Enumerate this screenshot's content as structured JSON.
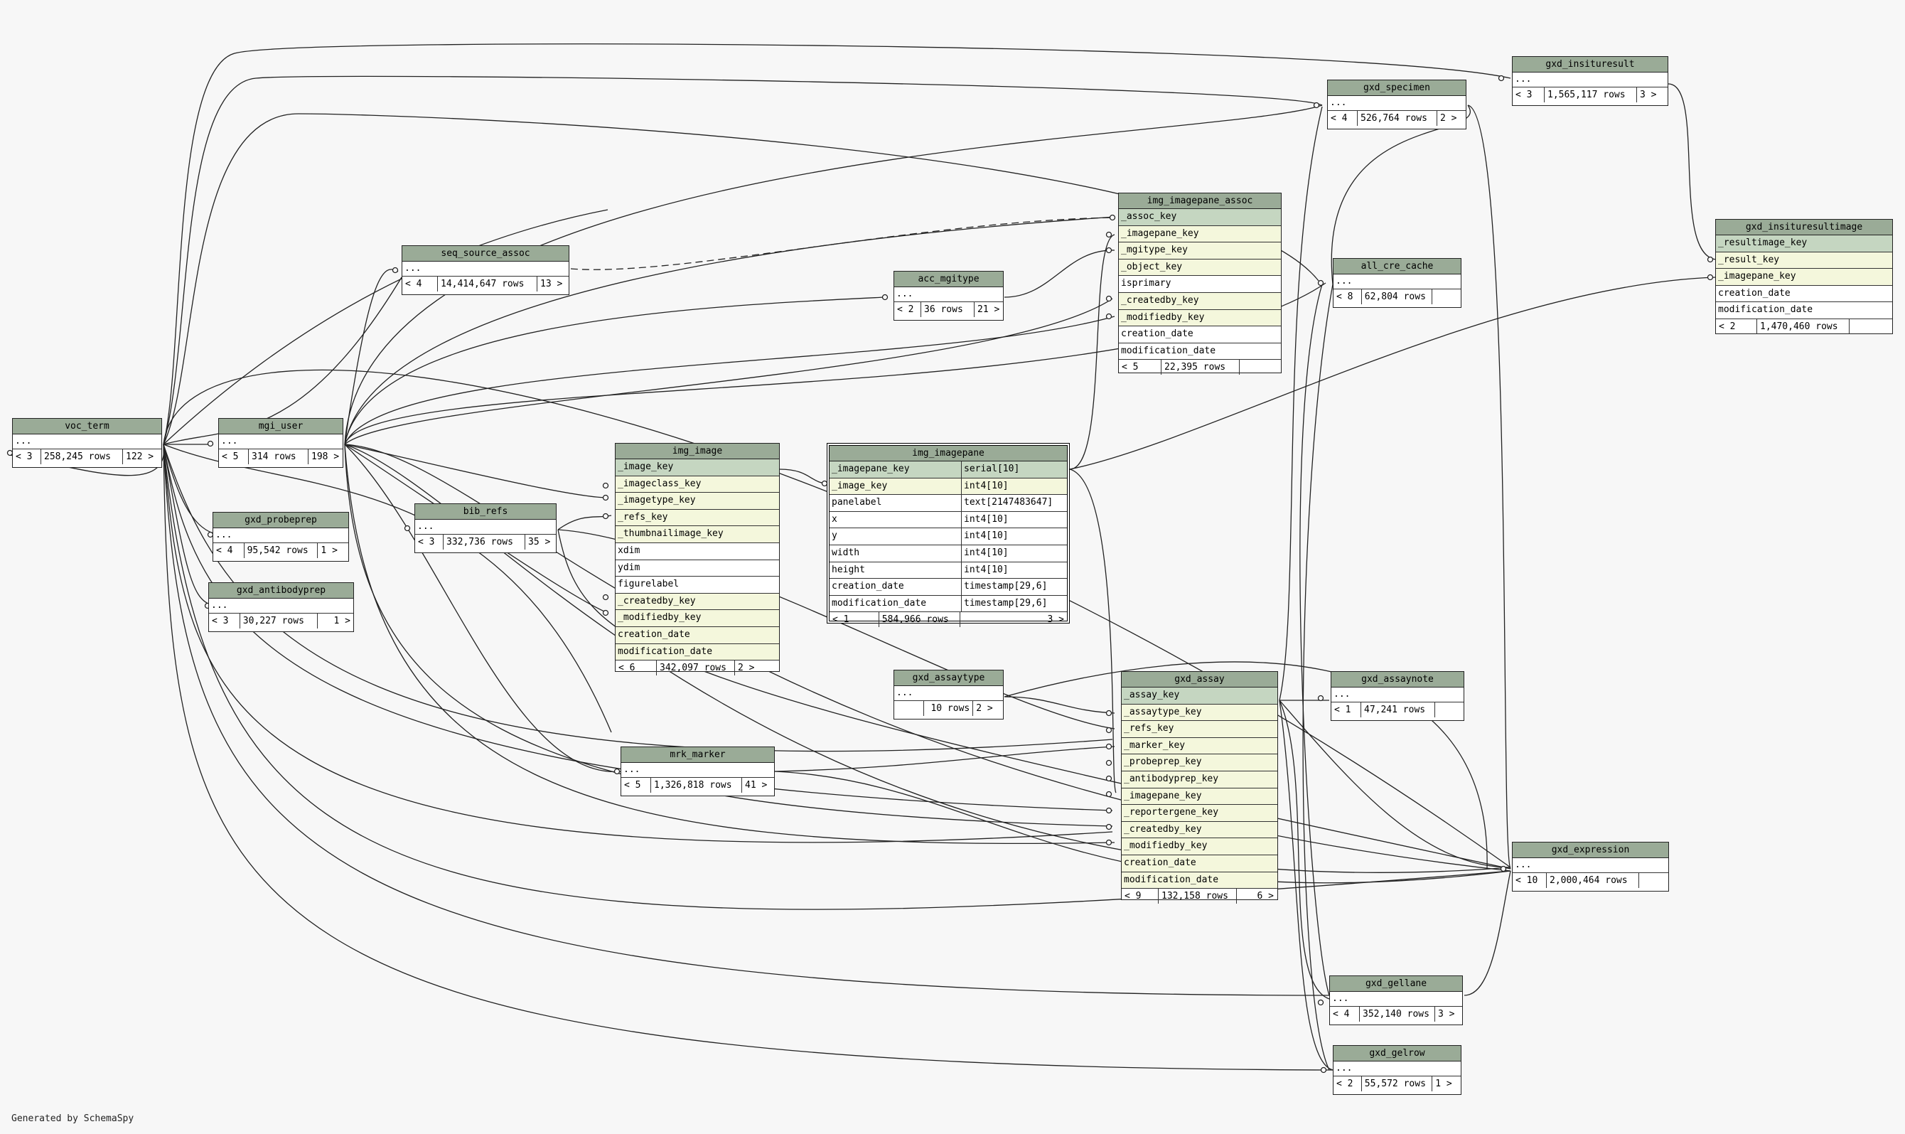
{
  "tables": {
    "gxd_insituresult": {
      "name": "gxd_insituresult",
      "dots": "...",
      "parents": "< 3",
      "rows": "1,565,117 rows",
      "children": "3 >"
    },
    "gxd_specimen": {
      "name": "gxd_specimen",
      "dots": "...",
      "parents": "< 4",
      "rows": "526,764 rows",
      "children": "2 >"
    },
    "img_imagepane_assoc": {
      "name": "img_imagepane_assoc",
      "columns": [
        "_assoc_key",
        "_imagepane_key",
        "_mgitype_key",
        "_object_key",
        "isprimary",
        "_createdby_key",
        "_modifiedby_key",
        "creation_date",
        "modification_date"
      ],
      "parents": "< 5",
      "rows": "22,395 rows",
      "children": ""
    },
    "gxd_insituresultimage": {
      "name": "gxd_insituresultimage",
      "columns": [
        "_resultimage_key",
        "_result_key",
        "_imagepane_key",
        "creation_date",
        "modification_date"
      ],
      "parents": "< 2",
      "rows": "1,470,460 rows",
      "children": ""
    },
    "seq_source_assoc": {
      "name": "seq_source_assoc",
      "dots": "...",
      "parents": "< 4",
      "rows": "14,414,647 rows",
      "children": "13 >"
    },
    "acc_mgitype": {
      "name": "acc_mgitype",
      "dots": "...",
      "parents": "< 2",
      "rows": "36 rows",
      "children": "21 >"
    },
    "all_cre_cache": {
      "name": "all_cre_cache",
      "dots": "...",
      "parents": "< 8",
      "rows": "62,804 rows",
      "children": ""
    },
    "voc_term": {
      "name": "voc_term",
      "dots": "...",
      "parents": "< 3",
      "rows": "258,245 rows",
      "children": "122 >"
    },
    "mgi_user": {
      "name": "mgi_user",
      "dots": "...",
      "parents": "< 5",
      "rows": "314 rows",
      "children": "198 >"
    },
    "img_image": {
      "name": "img_image",
      "columns": [
        "_image_key",
        "_imageclass_key",
        "_imagetype_key",
        "_refs_key",
        "_thumbnailimage_key",
        "xdim",
        "ydim",
        "figurelabel",
        "_createdby_key",
        "_modifiedby_key",
        "creation_date",
        "modification_date"
      ],
      "parents": "< 6",
      "rows": "342,097 rows",
      "children": "2 >"
    },
    "img_imagepane": {
      "name": "img_imagepane",
      "columns": [
        {
          "name": "_imagepane_key",
          "type": "serial[10]"
        },
        {
          "name": "_image_key",
          "type": "int4[10]"
        },
        {
          "name": "panelabel",
          "type": "text[2147483647]"
        },
        {
          "name": "x",
          "type": "int4[10]"
        },
        {
          "name": "y",
          "type": "int4[10]"
        },
        {
          "name": "width",
          "type": "int4[10]"
        },
        {
          "name": "height",
          "type": "int4[10]"
        },
        {
          "name": "creation_date",
          "type": "timestamp[29,6]"
        },
        {
          "name": "modification_date",
          "type": "timestamp[29,6]"
        }
      ],
      "parents": "< 1",
      "rows": "584,966 rows",
      "children": "3 >"
    },
    "bib_refs": {
      "name": "bib_refs",
      "dots": "...",
      "parents": "< 3",
      "rows": "332,736 rows",
      "children": "35 >"
    },
    "gxd_probeprep": {
      "name": "gxd_probeprep",
      "dots": "...",
      "parents": "< 4",
      "rows": "95,542 rows",
      "children": "1 >"
    },
    "gxd_antibodyprep": {
      "name": "gxd_antibodyprep",
      "dots": "...",
      "parents": "< 3",
      "rows": "30,227 rows",
      "children": "1 >"
    },
    "gxd_assaytype": {
      "name": "gxd_assaytype",
      "dots": "...",
      "parents": "",
      "rows": "10 rows",
      "children": "2 >"
    },
    "gxd_assay": {
      "name": "gxd_assay",
      "columns": [
        "_assay_key",
        "_assaytype_key",
        "_refs_key",
        "_marker_key",
        "_probeprep_key",
        "_antibodyprep_key",
        "_imagepane_key",
        "_reportergene_key",
        "_createdby_key",
        "_modifiedby_key",
        "creation_date",
        "modification_date"
      ],
      "parents": "< 9",
      "rows": "132,158 rows",
      "children": "6 >"
    },
    "gxd_assaynote": {
      "name": "gxd_assaynote",
      "dots": "...",
      "parents": "< 1",
      "rows": "47,241 rows",
      "children": ""
    },
    "mrk_marker": {
      "name": "mrk_marker",
      "dots": "...",
      "parents": "< 5",
      "rows": "1,326,818 rows",
      "children": "41 >"
    },
    "gxd_expression": {
      "name": "gxd_expression",
      "dots": "...",
      "parents": "< 10",
      "rows": "2,000,464 rows",
      "children": ""
    },
    "gxd_gellane": {
      "name": "gxd_gellane",
      "dots": "...",
      "parents": "< 4",
      "rows": "352,140 rows",
      "children": "3 >"
    },
    "gxd_gelrow": {
      "name": "gxd_gelrow",
      "dots": "...",
      "parents": "< 2",
      "rows": "55,572 rows",
      "children": "1 >"
    }
  },
  "footer": "Generated by SchemaSpy",
  "colors": {
    "header": "#9aab97",
    "pk_row": "#c5d6c1",
    "fk_row": "#f4f7dc",
    "background": "#f7f7f7"
  }
}
